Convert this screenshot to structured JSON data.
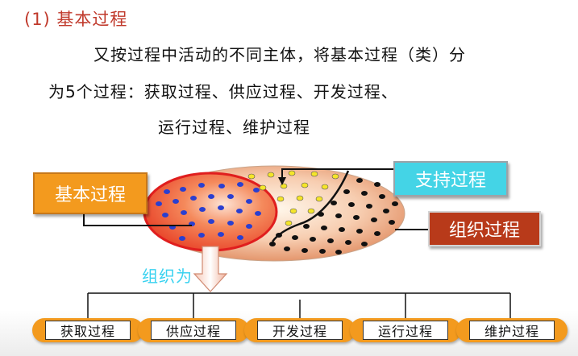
{
  "heading": "(1) 基本过程",
  "paragraph": {
    "line1": "又按过程中活动的不同主体，将基本过程（类）分",
    "line2": "为5个过程：获取过程、供应过程、开发过程、",
    "line3": "运行过程、维护过程"
  },
  "labels": {
    "basic": "基本过程",
    "support": "支持过程",
    "organization": "组织过程",
    "organize_as": "组织为"
  },
  "processes": [
    "获取过程",
    "供应过程",
    "开发过程",
    "运行过程",
    "维护过程"
  ],
  "colors": {
    "heading": "#c0392b",
    "basic_label": "#f39a1e",
    "support_label": "#44d4e6",
    "org_label": "#b83a1a",
    "organize_as": "#3ad2f0",
    "pill": "#f39a1e"
  }
}
